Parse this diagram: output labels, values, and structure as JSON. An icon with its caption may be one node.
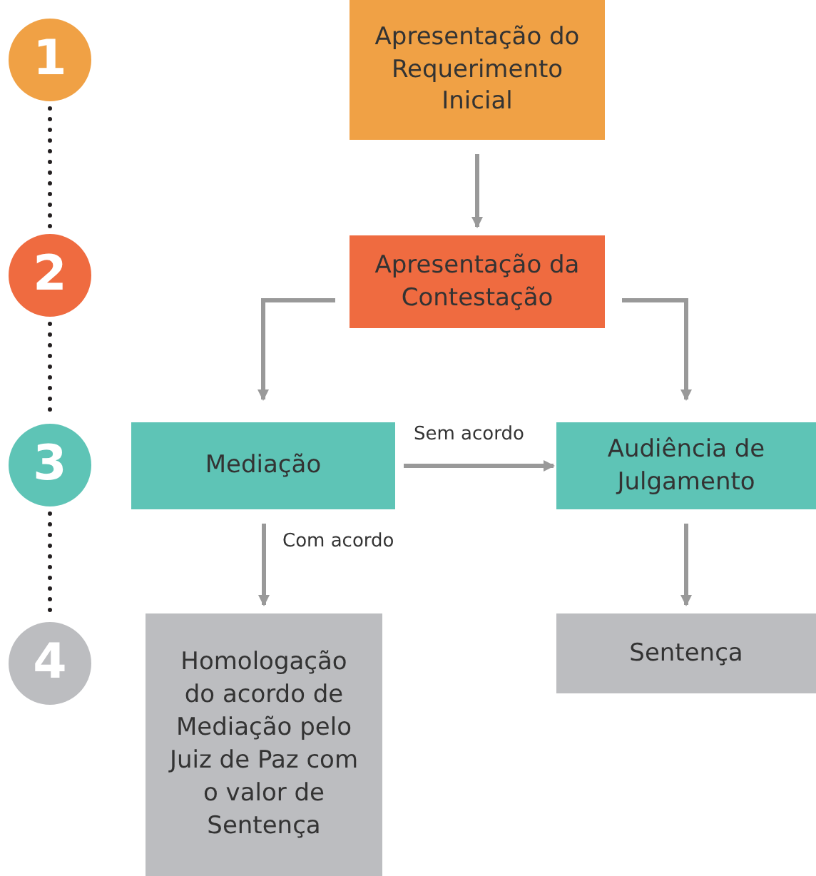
{
  "diagram": {
    "nodes": [
      {
        "text": [
          "1"
        ]
      },
      {
        "text": [
          "2"
        ]
      },
      {
        "text": [
          "3"
        ]
      },
      {
        "text": [
          "4"
        ]
      },
      {
        "text": [
          "Apresentação do Requerimento Inicial"
        ]
      },
      {
        "text": [
          "Apresentação da Contestação"
        ]
      },
      {
        "text": [
          "Mediação"
        ]
      },
      {
        "text": [
          "Audiência de Julgamento"
        ]
      },
      {
        "text": [
          "Homologação do acordo de Mediação pelo Juiz de Paz com o valor de Sentença"
        ]
      },
      {
        "text": [
          "Sentença"
        ]
      }
    ],
    "edges": [
      {
        "from": 0,
        "to": 1,
        "arrow": "none",
        "style": "dashed",
        "color": "#231f20"
      },
      {
        "from": 1,
        "to": 2,
        "arrow": "none",
        "style": "dashed",
        "color": "#231f20"
      },
      {
        "from": 2,
        "to": 3,
        "arrow": "none",
        "style": "dashed",
        "color": "#231f20"
      },
      {
        "from": 4,
        "to": 5,
        "arrow": "to"
      },
      {
        "from": 5,
        "to": 6,
        "arrow": "to"
      },
      {
        "from": 5,
        "to": 7,
        "arrow": "to"
      },
      {
        "from": 6,
        "to": 7,
        "arrow": "to",
        "label": "Sem acordo"
      },
      {
        "from": 6,
        "to": 8,
        "arrow": "to",
        "label": "Com acordo"
      },
      {
        "from": 7,
        "to": 9,
        "arrow": "to"
      }
    ]
  }
}
